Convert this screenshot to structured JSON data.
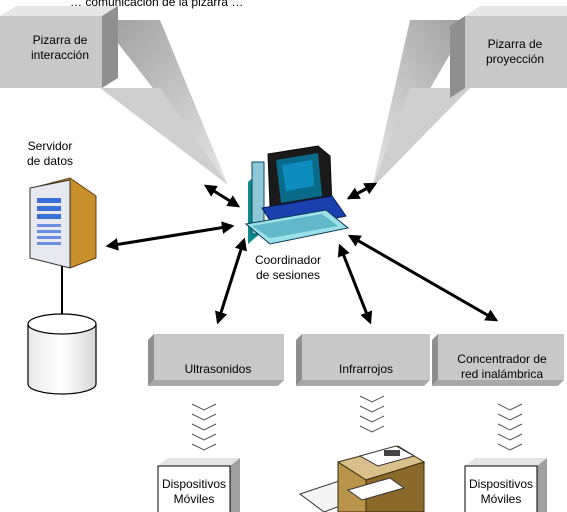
{
  "header_fragment": "… comunicación de la pizarra …",
  "boards": {
    "interaction": [
      "Pizarra de",
      "interacción"
    ],
    "projection": [
      "Pizarra de",
      "proyección"
    ]
  },
  "server": {
    "label": [
      "Servidor",
      "de datos"
    ]
  },
  "coordinator": {
    "label": [
      "Coordinador",
      "de sesiones"
    ]
  },
  "channels": {
    "ultrasound": "Ultrasonidos",
    "infrared": "Infrarrojos",
    "wireless": [
      "Concentrador de",
      "red inalámbrica"
    ]
  },
  "devices": {
    "left": [
      "Dispositivos",
      "Móviles"
    ],
    "right": [
      "Dispositivos",
      "Móviles"
    ]
  },
  "icons": [
    "computer-icon",
    "server-tower-icon",
    "database-cylinder-icon",
    "printer-icon",
    "wave-chevron-icon"
  ],
  "colors": {
    "box_face": "#c8c8c8",
    "box_shade": "#8f8f8f",
    "beam": "#bdbdbd",
    "arrow": "#000000"
  }
}
